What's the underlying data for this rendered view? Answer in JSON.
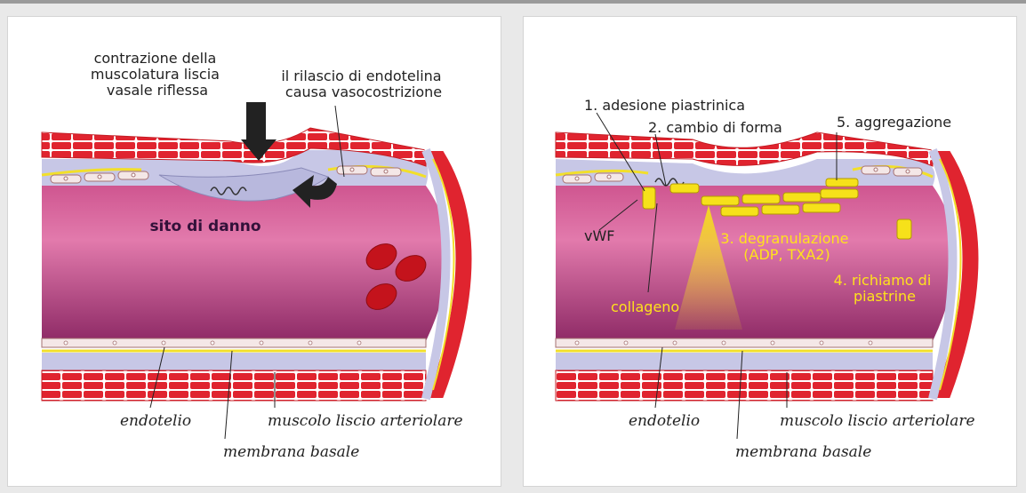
{
  "left_panel": {
    "label_contraction": [
      "contrazione della",
      "muscolatura liscia",
      "vasale riflessa"
    ],
    "label_endothelin": [
      "il rilascio di endotelina",
      "causa vasocostrizione"
    ],
    "label_site": "sito di danno",
    "label_endothelium": "endotelio",
    "label_smooth_muscle": "muscolo liscio arteriolare",
    "label_basal_membrane": "membrana basale"
  },
  "right_panel": {
    "label_adhesion": "1. adesione piastrinica",
    "label_shape_change": "2. cambio di forma",
    "label_aggregation": "5. aggregazione",
    "label_degranulation": [
      "3. degranulazione",
      "(ADP, TXA2)"
    ],
    "label_recruitment": [
      "4. richiamo di",
      "piastrine"
    ],
    "label_vwf": "vWF",
    "label_collagen": "collageno",
    "label_endothelium": "endotelio",
    "label_smooth_muscle": "muscolo liscio arteriolare",
    "label_basal_membrane": "membrana basale"
  },
  "colors": {
    "muscle": "#e0242f",
    "lumen_top": "#a0306a",
    "lumen_mid": "#d85d95",
    "intima": "#c7c7e6",
    "membrane": "#f2df2a",
    "platelet": "#f6e11a",
    "rbc": "#c4131c"
  }
}
